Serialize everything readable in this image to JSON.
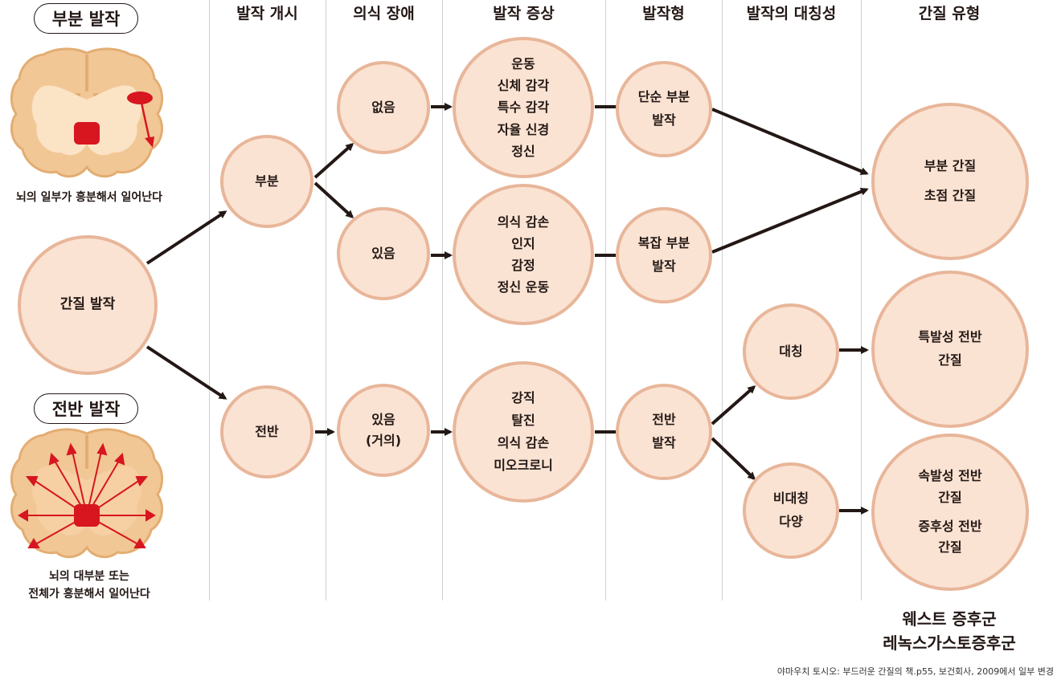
{
  "headers": {
    "onset": "발작 개시",
    "consciousness": "의식 장애",
    "symptoms": "발작 증상",
    "seizure_type": "발작형",
    "symmetry": "발작의 대칭성",
    "epilepsy_type": "간질 유형"
  },
  "partial": {
    "title": "부분 발작",
    "caption": "뇌의 일부가 흥분해서 일어난다"
  },
  "generalized": {
    "title": "전반 발작",
    "caption_line1": "뇌의 대부분 또는",
    "caption_line2": "전체가 흥분해서 일어난다"
  },
  "nodes": {
    "seizure": "간질 발작",
    "onset_partial": "부분",
    "onset_general": "전반",
    "cons_none": "없음",
    "cons_yes": "있음",
    "cons_almost_1": "있음",
    "cons_almost_2": "(거의)",
    "sym1": [
      "운동",
      "신체 감각",
      "특수 감각",
      "자율 신경",
      "정신"
    ],
    "sym2": [
      "의식 감손",
      "인지",
      "감정",
      "정신 운동"
    ],
    "sym3": [
      "강직",
      "탈진",
      "의식 감손",
      "미오크로니"
    ],
    "simple_1": "단순 부분",
    "simple_2": "발작",
    "complex_1": "복잡 부분",
    "complex_2": "발작",
    "general_1": "전반",
    "general_2": "발작",
    "symmetric": "대칭",
    "asym_1": "비대칭",
    "asym_2": "다양",
    "partial_ep_1": "부분 간질",
    "partial_ep_2": "초점 간질",
    "idio_1": "특발성 전반",
    "idio_2": "간질",
    "crypto_1": "속발성 전반",
    "crypto_2": "간질",
    "symp_1": "증후성 전반",
    "symp_2": "간질"
  },
  "syndromes": {
    "west": "웨스트 증후군",
    "lennox": "레녹스가스토증후군"
  },
  "source": "야마우치 토시오: 부드러운 간질의 책.p55, 보건회사, 2009에서 일부 변경",
  "colors": {
    "circle_fill": "#fbe3d3",
    "circle_border": "#e8b69a",
    "arrow": "#231815",
    "brain_fill": "#f2c796",
    "brain_inner": "#fbe3c6",
    "focus_red": "#d7161f"
  }
}
